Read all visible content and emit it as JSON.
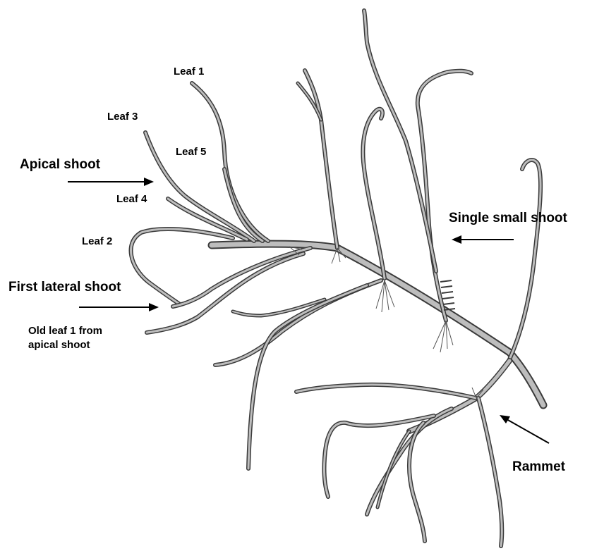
{
  "labels": {
    "leaf1": "Leaf 1",
    "leaf3": "Leaf 3",
    "leaf5": "Leaf 5",
    "leaf4": "Leaf 4",
    "leaf2": "Leaf 2",
    "apical_shoot": "Apical shoot",
    "single_small_shoot": "Single small shoot",
    "first_lateral_shoot": "First lateral shoot",
    "old_leaf_line1": "Old leaf 1 from",
    "old_leaf_line2": "apical shoot",
    "rammet": "Rammet"
  },
  "colors": {
    "background": "#ffffff",
    "plant_outline": "#3a3a3a",
    "plant_fill": "#bdbdbd",
    "text": "#000000"
  }
}
